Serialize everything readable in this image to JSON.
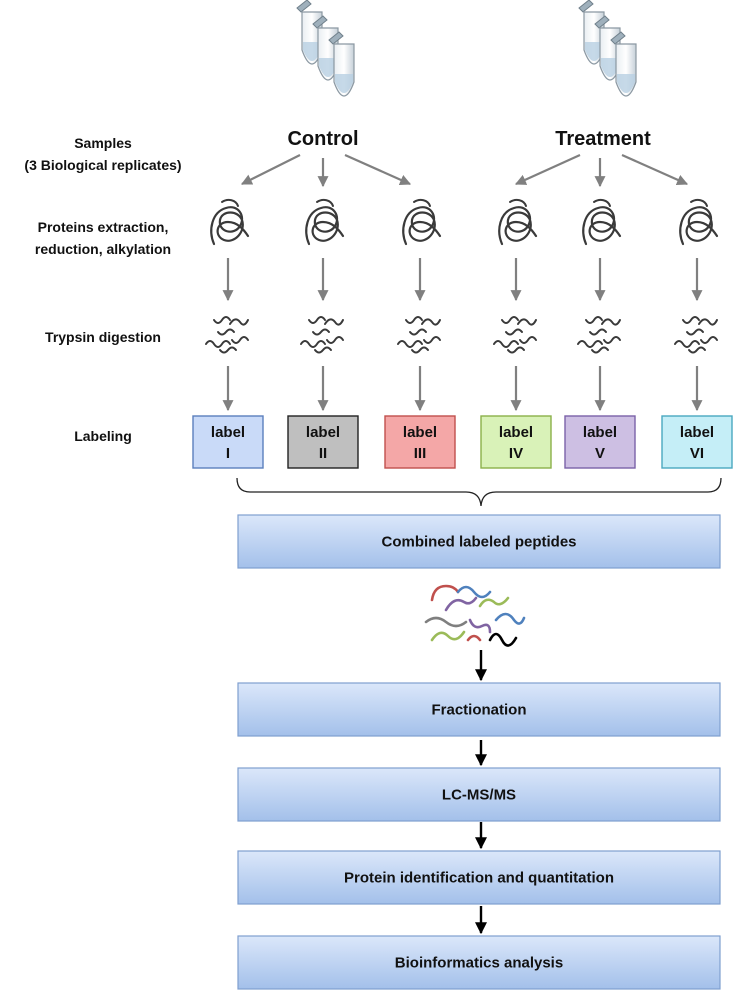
{
  "row_labels": {
    "samples_line1": "Samples",
    "samples_line2": "(3 Biological replicates)",
    "proteins_line1": "Proteins extraction,",
    "proteins_line2": "reduction, alkylation",
    "trypsin": "Trypsin digestion",
    "labeling": "Labeling"
  },
  "groups": {
    "control": "Control",
    "treatment": "Treatment"
  },
  "labels": [
    {
      "word": "label",
      "numeral": "I",
      "color": "#c9daf8",
      "border": "#5b7fbd"
    },
    {
      "word": "label",
      "numeral": "II",
      "color": "#bfbfbf",
      "border": "#222222"
    },
    {
      "word": "label",
      "numeral": "III",
      "color": "#f4a7a7",
      "border": "#c0504d"
    },
    {
      "word": "label",
      "numeral": "IV",
      "color": "#d9f2b8",
      "border": "#8bb04a"
    },
    {
      "word": "label",
      "numeral": "V",
      "color": "#cdbfe3",
      "border": "#7a62a8"
    },
    {
      "word": "label",
      "numeral": "VI",
      "color": "#c5eef7",
      "border": "#4aa8c0"
    }
  ],
  "steps": [
    "Combined labeled peptides",
    "Fractionation",
    "LC-MS/MS",
    "Protein identification and quantitation",
    "Bioinformatics analysis"
  ],
  "colors": {
    "step_fill_top": "#dbe7fa",
    "step_fill_bottom": "#9fbde8",
    "step_border": "#7f9fcf",
    "arrow_gray": "#808080",
    "arrow_black": "#000000",
    "peptide_red": "#c0504d",
    "peptide_blue": "#4f81bd",
    "peptide_green": "#9bbb59",
    "peptide_purple": "#8064a2",
    "peptide_gray": "#7f7f7f"
  },
  "icons": {
    "tubes": "microcentrifuge-tubes-icon",
    "protein": "folded-protein-icon",
    "peptides": "peptide-fragments-icon",
    "mixed": "mixed-labeled-peptides-icon"
  }
}
